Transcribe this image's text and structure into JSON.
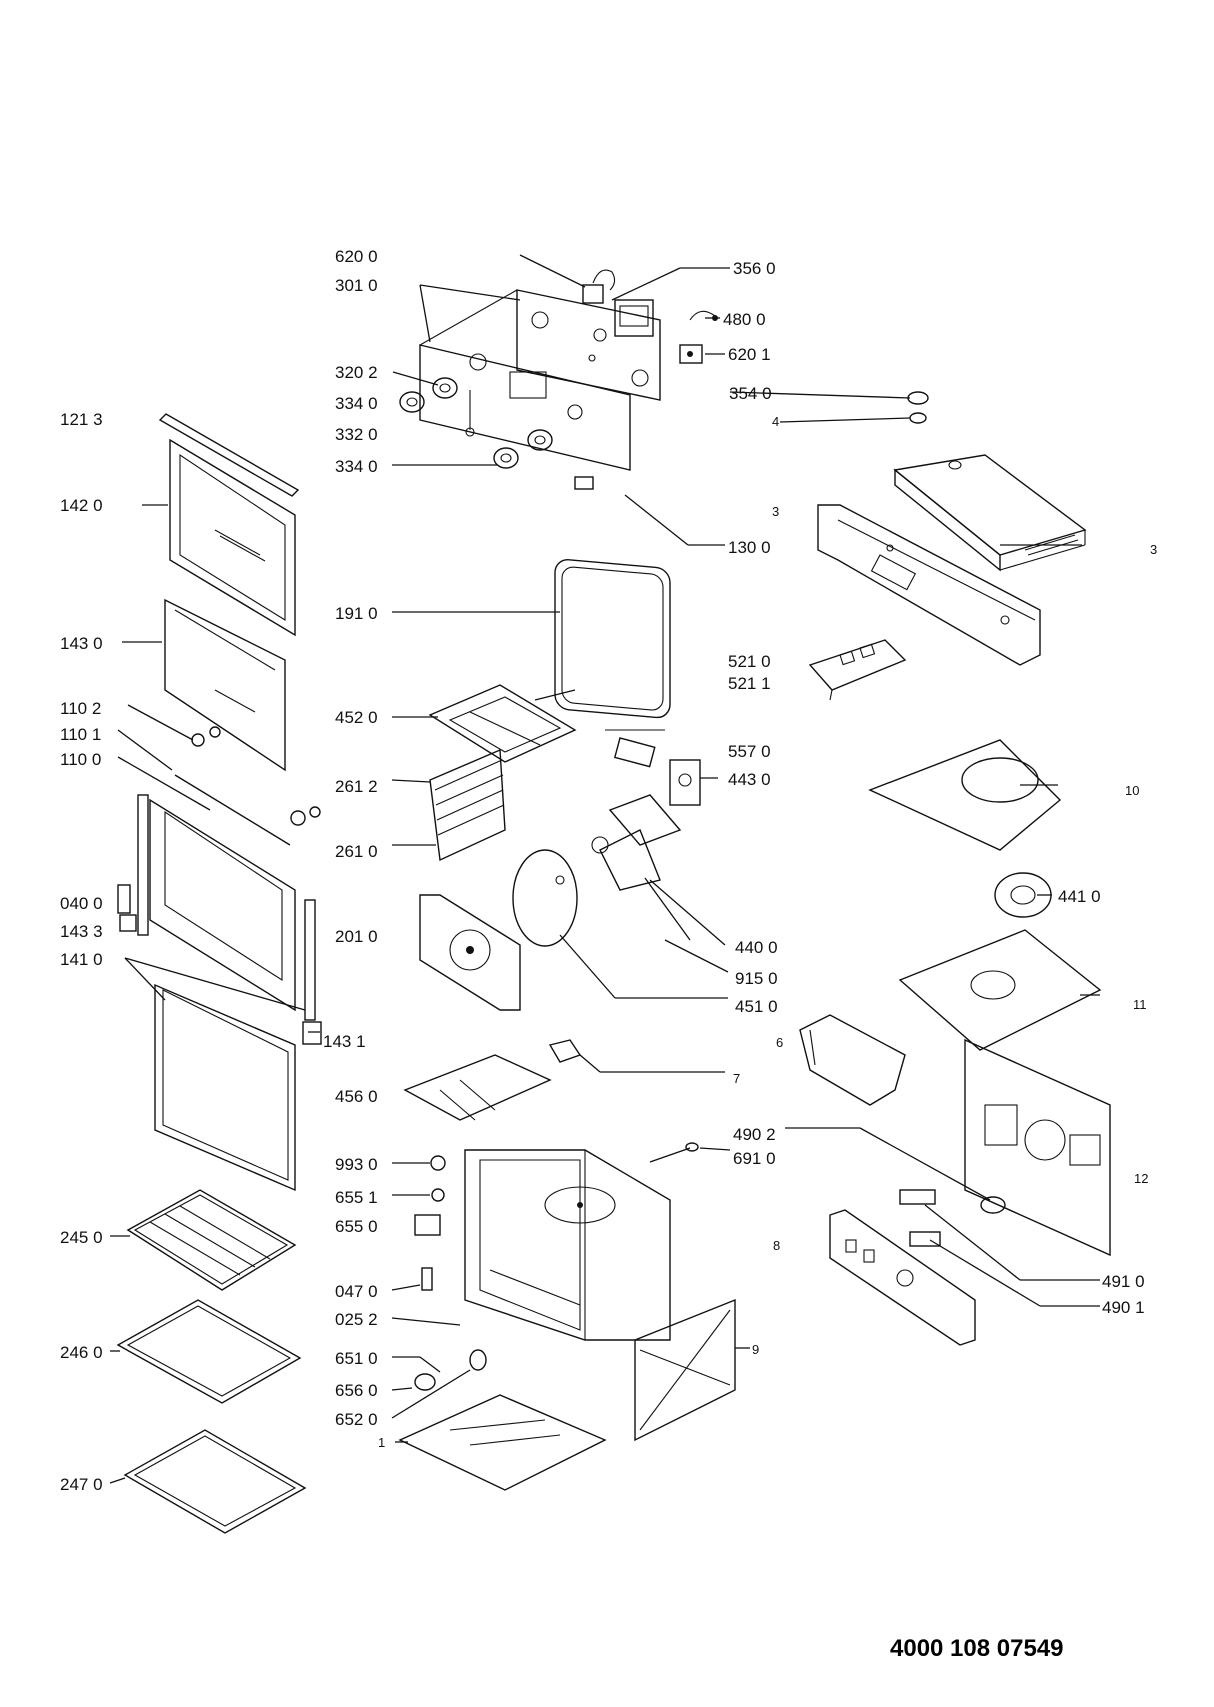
{
  "document_number": "4000 108 07549",
  "labels": {
    "l6200": "620 0",
    "l3010": "301 0",
    "l3560": "356 0",
    "l4800": "480 0",
    "l6201": "620 1",
    "l3202": "320 2",
    "l3340a": "334 0",
    "l3320": "332 0",
    "l3340b": "334 0",
    "l3540": "354 0",
    "l4": "4",
    "l1213": "121 3",
    "l1420": "142 0",
    "l3top": "3",
    "l1300": "130 0",
    "l3right": "3",
    "l1910": "191 0",
    "l1430": "143 0",
    "l5210": "521 0",
    "l5211": "521 1",
    "l1102": "110 2",
    "l4520": "452 0",
    "l1101": "110 1",
    "l1100": "110 0",
    "l5570": "557 0",
    "l4430": "443 0",
    "l2612": "261 2",
    "l10": "10",
    "l2610": "261 0",
    "l0400": "040 0",
    "l4410": "441 0",
    "l1433": "143 3",
    "l2010": "201 0",
    "l1410": "141 0",
    "l4400": "440 0",
    "l9150": "915 0",
    "l4510": "451 0",
    "l11": "11",
    "l1431": "143 1",
    "l6": "6",
    "l7": "7",
    "l4560": "456 0",
    "l4902": "490 2",
    "l9930": "993 0",
    "l6910": "691 0",
    "l12": "12",
    "l6551": "655 1",
    "l6550": "655 0",
    "l2450": "245 0",
    "l8": "8",
    "l0470": "047 0",
    "l4910": "491 0",
    "l4901": "490 1",
    "l0252": "025 2",
    "l2460": "246 0",
    "l9": "9",
    "l6510": "651 0",
    "l6560": "656 0",
    "l6520": "652 0",
    "l1": "1",
    "l2470": "247 0"
  }
}
